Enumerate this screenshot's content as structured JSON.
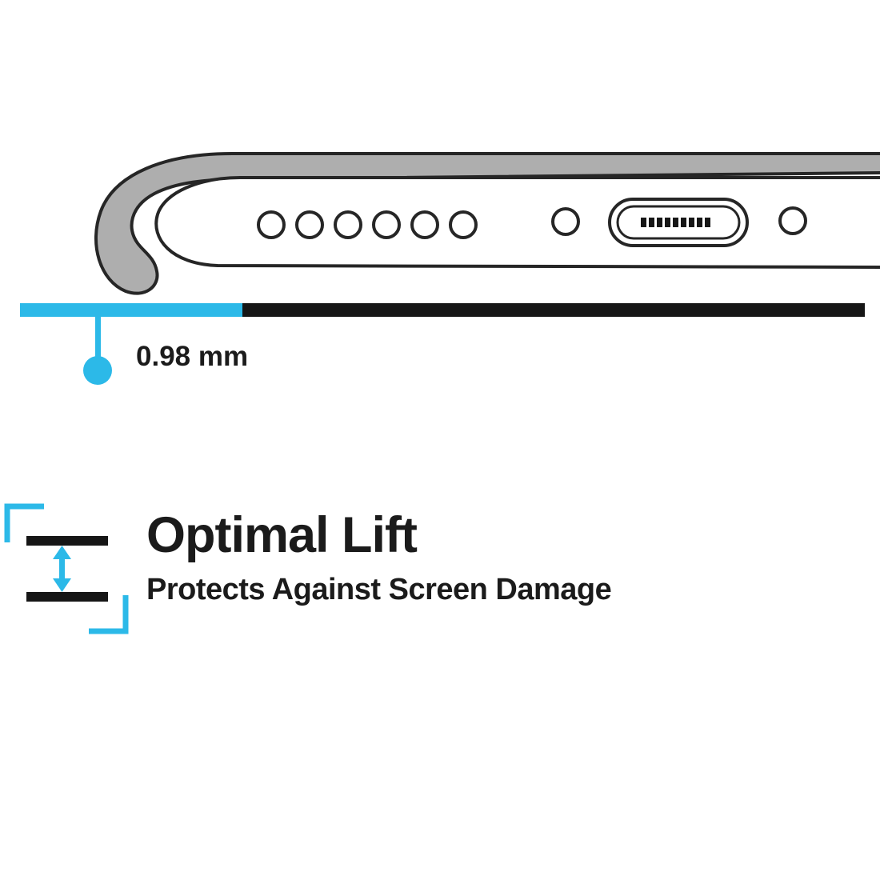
{
  "illustration": {
    "measurement_label": "0.98 mm",
    "description_icons": {
      "phone_icon": "phone-bottom-edge-in-case",
      "speaker_icon": "speaker-holes",
      "port_icon": "charging-port",
      "mic_icon": "microphone-hole",
      "screw_icon": "screw-hole"
    }
  },
  "feature": {
    "title": "Optimal Lift",
    "subtitle": "Protects Against Screen Damage",
    "icon": "lift-measurement-icon"
  },
  "colors": {
    "accent_cyan": "#2cb9e8",
    "ink_black": "#161616",
    "case_gray": "#aeaeae",
    "outline": "#262626"
  }
}
